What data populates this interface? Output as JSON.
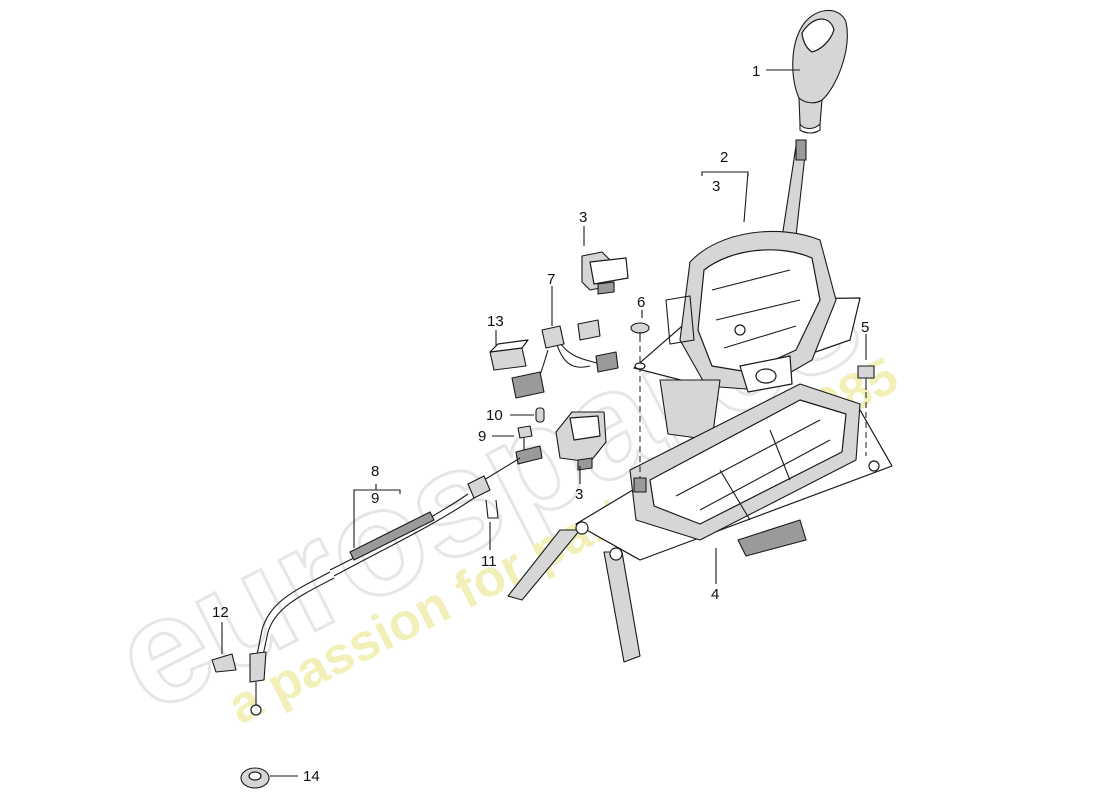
{
  "watermark": {
    "brand": "eurospares",
    "tagline": "a passion for parts since 1985",
    "brand_color": "#e6e6e6",
    "tagline_color": "#f2f0b8"
  },
  "callouts": [
    {
      "id": "c1",
      "label": "1"
    },
    {
      "id": "c2",
      "label": "2"
    },
    {
      "id": "c2sub",
      "label": "3"
    },
    {
      "id": "c3top",
      "label": "3"
    },
    {
      "id": "c3low",
      "label": "3"
    },
    {
      "id": "c4",
      "label": "4"
    },
    {
      "id": "c5",
      "label": "5"
    },
    {
      "id": "c6",
      "label": "6"
    },
    {
      "id": "c7",
      "label": "7"
    },
    {
      "id": "c8",
      "label": "8"
    },
    {
      "id": "c8sub",
      "label": "9"
    },
    {
      "id": "c9",
      "label": "9"
    },
    {
      "id": "c10",
      "label": "10"
    },
    {
      "id": "c11",
      "label": "11"
    },
    {
      "id": "c12",
      "label": "12"
    },
    {
      "id": "c13",
      "label": "13"
    },
    {
      "id": "c14",
      "label": "14"
    }
  ]
}
